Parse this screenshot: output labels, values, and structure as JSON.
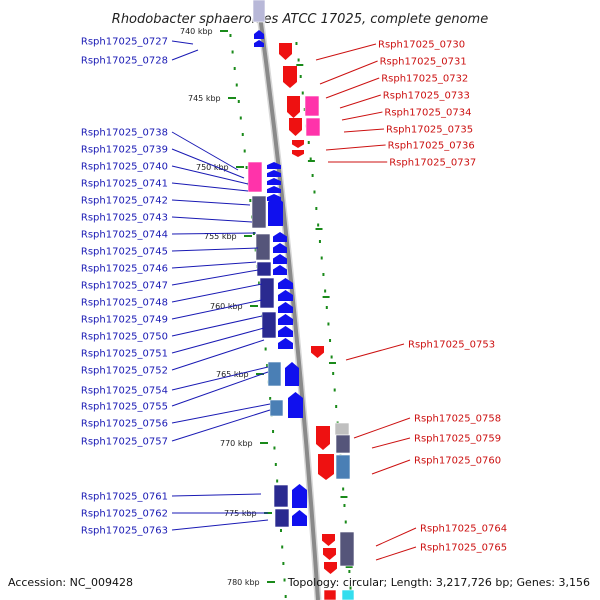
{
  "title": "Rhodobacter sphaeroides ATCC 17025, complete genome",
  "footer": {
    "accession": "Accession: NC_009428",
    "topology": "Topology: circular; Length: 3,217,726 bp; Genes: 3,156"
  },
  "colors": {
    "left_label": "#1a1ab4",
    "right_label": "#cc1111",
    "backbone": "#8a8a8a",
    "ticks": "#1a8a1a",
    "forward_arrow": "#1010ee",
    "reverse_arrow": "#ee1111",
    "magenta": "#ff33aa",
    "slate": "#55557a",
    "navy": "#2a2a90",
    "steel": "#4a7fb5"
  },
  "kbp_markers": [
    "740 kbp",
    "745 kbp",
    "750 kbp",
    "755 kbp",
    "760 kbp",
    "765 kbp",
    "770 kbp",
    "775 kbp",
    "780 kbp"
  ],
  "left_genes": [
    "Rsph17025_0727",
    "Rsph17025_0728",
    "Rsph17025_0738",
    "Rsph17025_0739",
    "Rsph17025_0740",
    "Rsph17025_0741",
    "Rsph17025_0742",
    "Rsph17025_0743",
    "Rsph17025_0744",
    "Rsph17025_0745",
    "Rsph17025_0746",
    "Rsph17025_0747",
    "Rsph17025_0748",
    "Rsph17025_0749",
    "Rsph17025_0750",
    "Rsph17025_0751",
    "Rsph17025_0752",
    "Rsph17025_0754",
    "Rsph17025_0755",
    "Rsph17025_0756",
    "Rsph17025_0757",
    "Rsph17025_0761",
    "Rsph17025_0762",
    "Rsph17025_0763"
  ],
  "right_genes": [
    "Rsph17025_0730",
    "Rsph17025_0731",
    "Rsph17025_0732",
    "Rsph17025_0733",
    "Rsph17025_0734",
    "Rsph17025_0735",
    "Rsph17025_0736",
    "Rsph17025_0737",
    "Rsph17025_0753",
    "Rsph17025_0758",
    "Rsph17025_0759",
    "Rsph17025_0760",
    "Rsph17025_0764",
    "Rsph17025_0765"
  ]
}
